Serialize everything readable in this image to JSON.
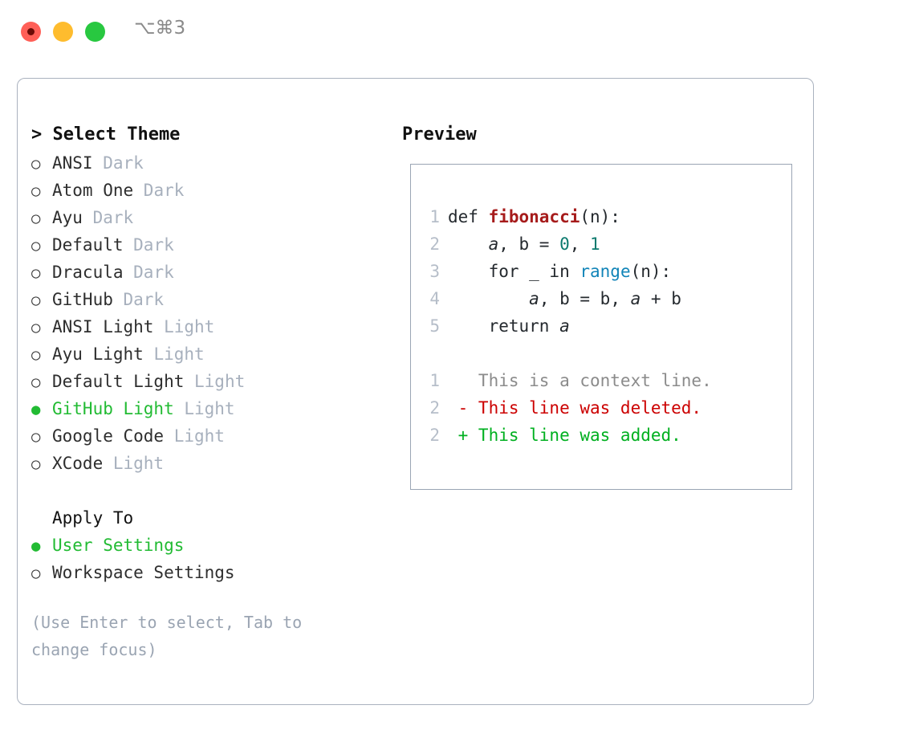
{
  "titlebar": {
    "shortcut": "⌥⌘3",
    "buttons": [
      "close",
      "minimize",
      "maximize"
    ],
    "colors": {
      "close": "#ff5f57",
      "minimize": "#febc2e",
      "maximize": "#28c840"
    }
  },
  "theme_picker": {
    "header": "> Select Theme",
    "bullet_unselected": "○",
    "bullet_selected": "●",
    "items": [
      {
        "name": "ANSI",
        "tag": "Dark",
        "selected": false
      },
      {
        "name": "Atom One",
        "tag": "Dark",
        "selected": false
      },
      {
        "name": "Ayu",
        "tag": "Dark",
        "selected": false
      },
      {
        "name": "Default",
        "tag": "Dark",
        "selected": false
      },
      {
        "name": "Dracula",
        "tag": "Dark",
        "selected": false
      },
      {
        "name": "GitHub",
        "tag": "Dark",
        "selected": false
      },
      {
        "name": "ANSI Light",
        "tag": "Light",
        "selected": false
      },
      {
        "name": "Ayu Light",
        "tag": "Light",
        "selected": false
      },
      {
        "name": "Default Light",
        "tag": "Light",
        "selected": false
      },
      {
        "name": "GitHub Light",
        "tag": "Light",
        "selected": true
      },
      {
        "name": "Google Code",
        "tag": "Light",
        "selected": false
      },
      {
        "name": "XCode",
        "tag": "Light",
        "selected": false
      }
    ]
  },
  "apply_to": {
    "header": "Apply To",
    "options": [
      {
        "label": "User Settings",
        "selected": true
      },
      {
        "label": "Workspace Settings",
        "selected": false
      }
    ]
  },
  "hint": "(Use Enter to select, Tab to change focus)",
  "preview": {
    "header": "Preview",
    "code_lines": [
      {
        "no": "1",
        "segments": [
          {
            "text": "def ",
            "style": "plain"
          },
          {
            "text": "fibonacci",
            "style": "function"
          },
          {
            "text": "(n):",
            "style": "plain"
          }
        ]
      },
      {
        "no": "2",
        "segments": [
          {
            "text": "    ",
            "style": "plain"
          },
          {
            "text": "a",
            "style": "var"
          },
          {
            "text": ", b = ",
            "style": "plain"
          },
          {
            "text": "0",
            "style": "number"
          },
          {
            "text": ", ",
            "style": "plain"
          },
          {
            "text": "1",
            "style": "number"
          }
        ]
      },
      {
        "no": "3",
        "segments": [
          {
            "text": "    for _ in ",
            "style": "plain"
          },
          {
            "text": "range",
            "style": "call"
          },
          {
            "text": "(n):",
            "style": "plain"
          }
        ]
      },
      {
        "no": "4",
        "segments": [
          {
            "text": "        ",
            "style": "plain"
          },
          {
            "text": "a",
            "style": "var"
          },
          {
            "text": ", b = b, ",
            "style": "plain"
          },
          {
            "text": "a",
            "style": "var"
          },
          {
            "text": " + b",
            "style": "plain"
          }
        ]
      },
      {
        "no": "5",
        "segments": [
          {
            "text": "    return ",
            "style": "plain"
          },
          {
            "text": "a",
            "style": "var"
          }
        ]
      }
    ],
    "diff_lines": [
      {
        "no": "1",
        "marker": " ",
        "text": "This is a context line.",
        "kind": "context"
      },
      {
        "no": "2",
        "marker": "-",
        "text": "This line was deleted.",
        "kind": "deleted"
      },
      {
        "no": "2",
        "marker": "+",
        "text": "This line was added.",
        "kind": "added"
      }
    ],
    "colors": {
      "function": "#a61b1b",
      "number": "#0b7a6e",
      "call": "#1184b8",
      "context": "#8b8b8b",
      "deleted": "#cc0000",
      "added": "#00b020",
      "line_number": "#b6bec9"
    }
  }
}
